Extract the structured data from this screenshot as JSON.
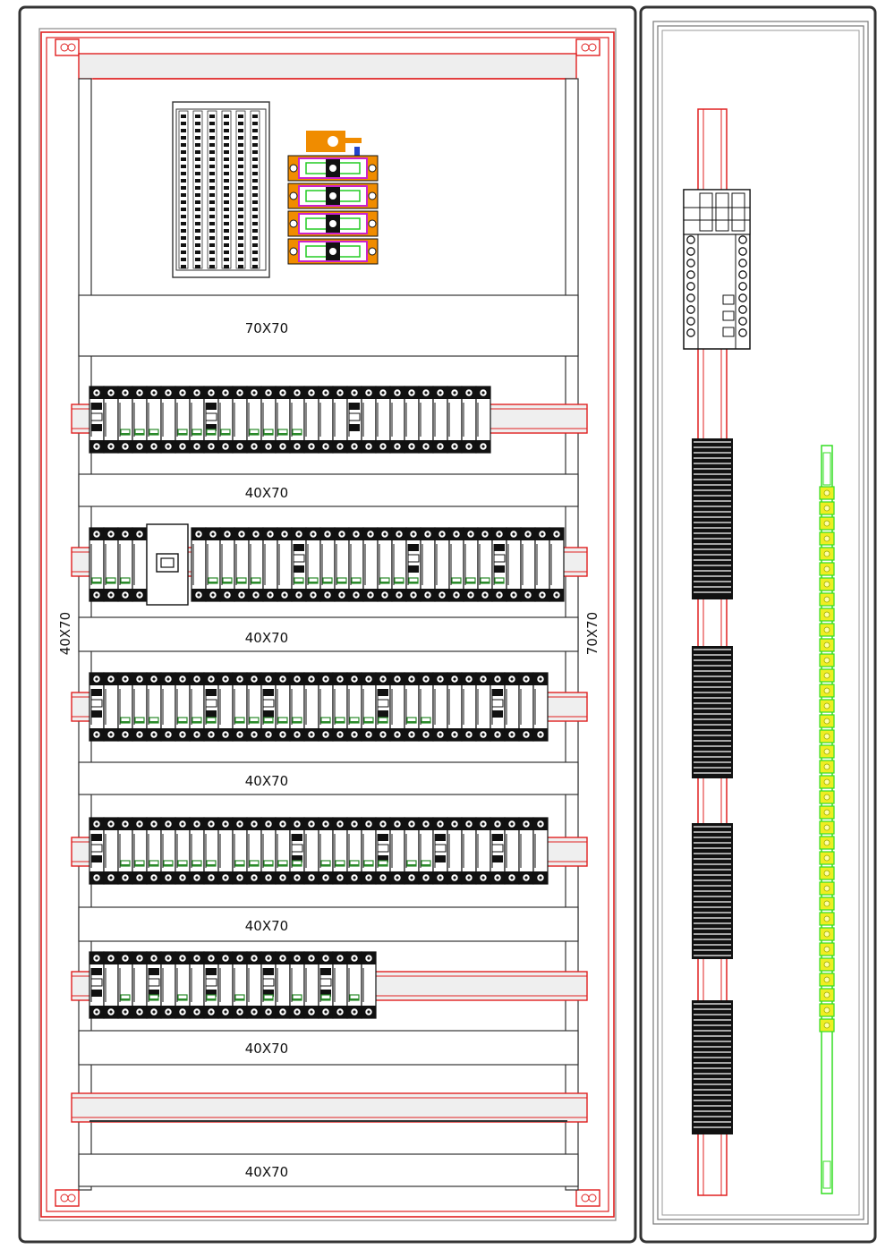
{
  "colors": {
    "frame": "#333333",
    "rail": "#e02020",
    "rail_fill": "#eeeeee",
    "duct_fill": "#ffffff",
    "breaker": "#111111",
    "indicator": "#2a8a2a",
    "spd_orange": "#f08c00",
    "spd_magenta": "#cc22cc",
    "spd_green": "#22cc22",
    "terminal_green": "#33dd22",
    "terminal_yellow": "#eeee22"
  },
  "labels": {
    "top_duct": "70X70",
    "duct_1": "40X70",
    "duct_2": "40X70",
    "duct_3": "40X70",
    "duct_4": "40X70",
    "duct_5": "40X70",
    "duct_bottom": "40X70",
    "left_duct": "40X70",
    "right_duct": "70X70"
  },
  "rows": [
    {
      "modules": 28,
      "indicators": [
        2,
        3,
        4,
        6,
        7,
        8,
        9,
        11,
        12,
        13,
        14
      ],
      "wide": [
        0,
        8,
        18
      ]
    },
    {
      "modules": 30,
      "indicators": [
        0,
        1,
        2,
        5,
        6,
        7,
        8,
        11,
        12,
        13,
        14,
        15,
        17,
        18,
        19,
        22,
        23,
        24,
        25
      ],
      "wide": [
        11,
        19,
        25
      ]
    },
    {
      "modules": 32,
      "indicators": [
        2,
        3,
        4,
        6,
        7,
        8,
        10,
        11,
        12,
        13,
        14,
        16,
        17,
        18,
        19,
        20,
        22,
        23
      ],
      "wide": [
        0,
        8,
        12,
        20,
        28
      ]
    },
    {
      "modules": 32,
      "indicators": [
        2,
        3,
        4,
        5,
        6,
        7,
        8,
        10,
        11,
        12,
        13,
        14,
        16,
        17,
        18,
        19,
        20,
        22,
        23
      ],
      "wide": [
        0,
        14,
        20,
        24,
        28
      ]
    },
    {
      "modules": 20,
      "indicators": [
        2,
        4,
        6,
        8,
        10,
        12,
        14,
        16,
        18
      ],
      "wide": [
        0,
        4,
        8,
        12,
        16
      ]
    }
  ],
  "terminal_count": 36
}
